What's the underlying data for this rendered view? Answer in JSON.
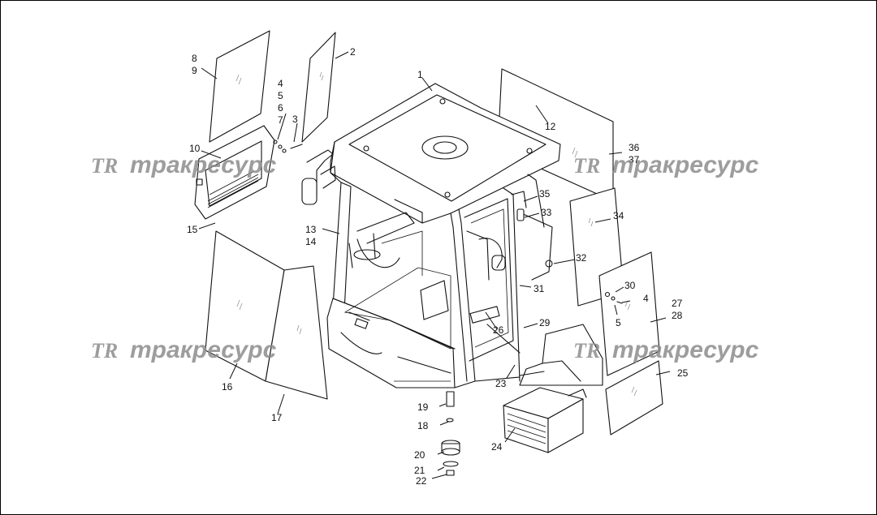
{
  "watermark": {
    "logo": "TR",
    "text": "тракресурс"
  },
  "callouts": [
    "1",
    "2",
    "3",
    "4",
    "5",
    "6",
    "7",
    "8",
    "9",
    "10",
    "12",
    "13",
    "14",
    "15",
    "16",
    "17",
    "18",
    "19",
    "20",
    "21",
    "22",
    "23",
    "24",
    "25",
    "26",
    "27",
    "28",
    "29",
    "30",
    "31",
    "32",
    "33",
    "34",
    "35",
    "36",
    "37"
  ],
  "colors": {
    "line": "#111111",
    "watermark": "#8c8c8c",
    "background": "#ffffff"
  }
}
